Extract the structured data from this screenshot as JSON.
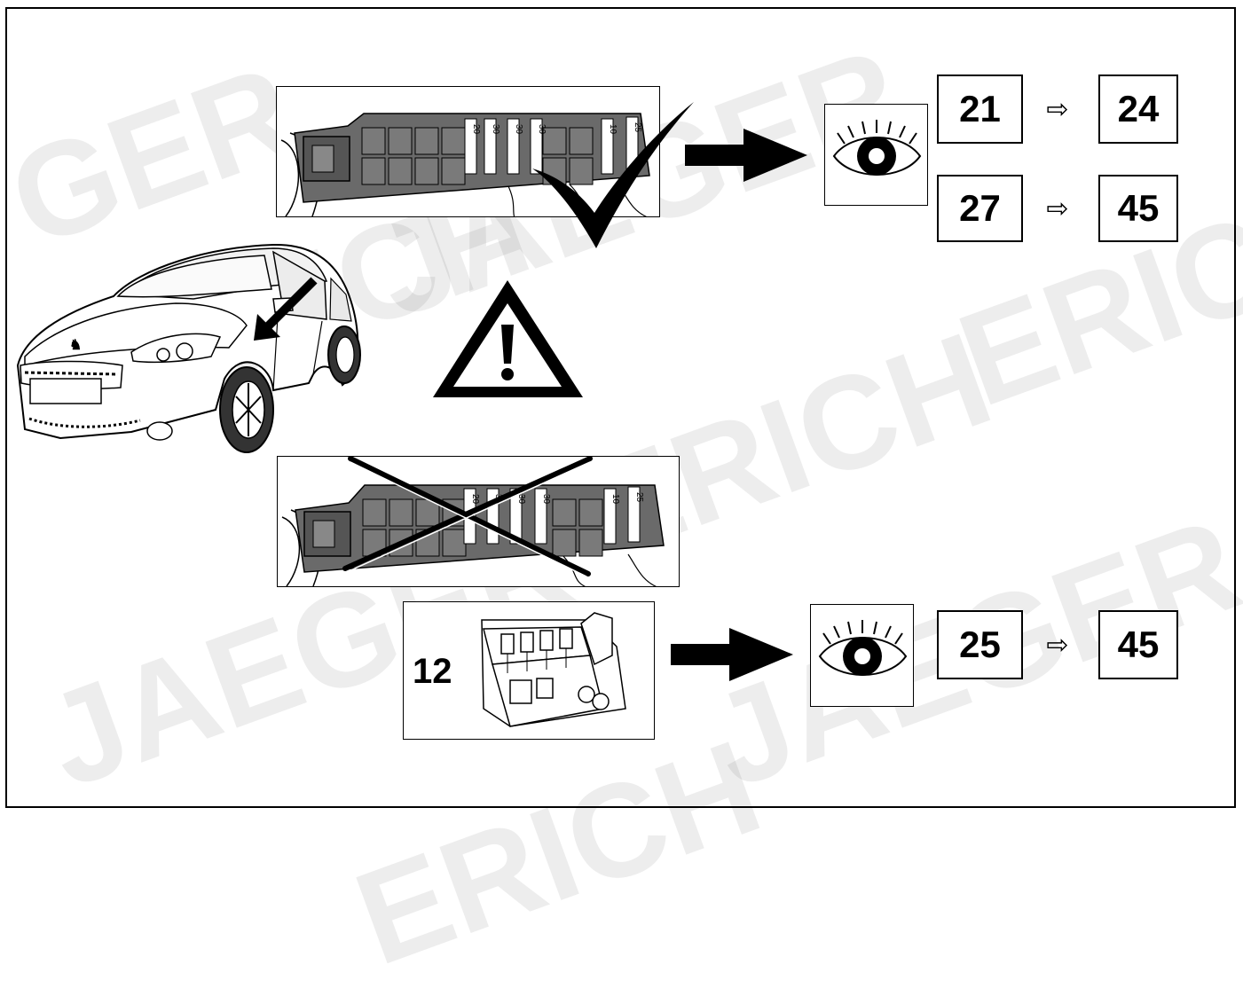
{
  "watermark": {
    "word_1": "ERICH",
    "word_2": "JAEGER",
    "word_3": "GER"
  },
  "top_flow": {
    "row_1": {
      "from": "21",
      "to": "24"
    },
    "row_2": {
      "from": "27",
      "to": "45"
    }
  },
  "bottom_flow": {
    "component_label": "12",
    "row_1": {
      "from": "25",
      "to": "45"
    }
  },
  "fuse_labels": [
    "20",
    "30",
    "30",
    "30",
    "10",
    "25"
  ],
  "icons": {
    "pointer": "right-arrow-outline",
    "eye": "eye-icon",
    "warning": "warning-triangle-icon",
    "check": "checkmark-icon",
    "cross": "cross-icon"
  }
}
